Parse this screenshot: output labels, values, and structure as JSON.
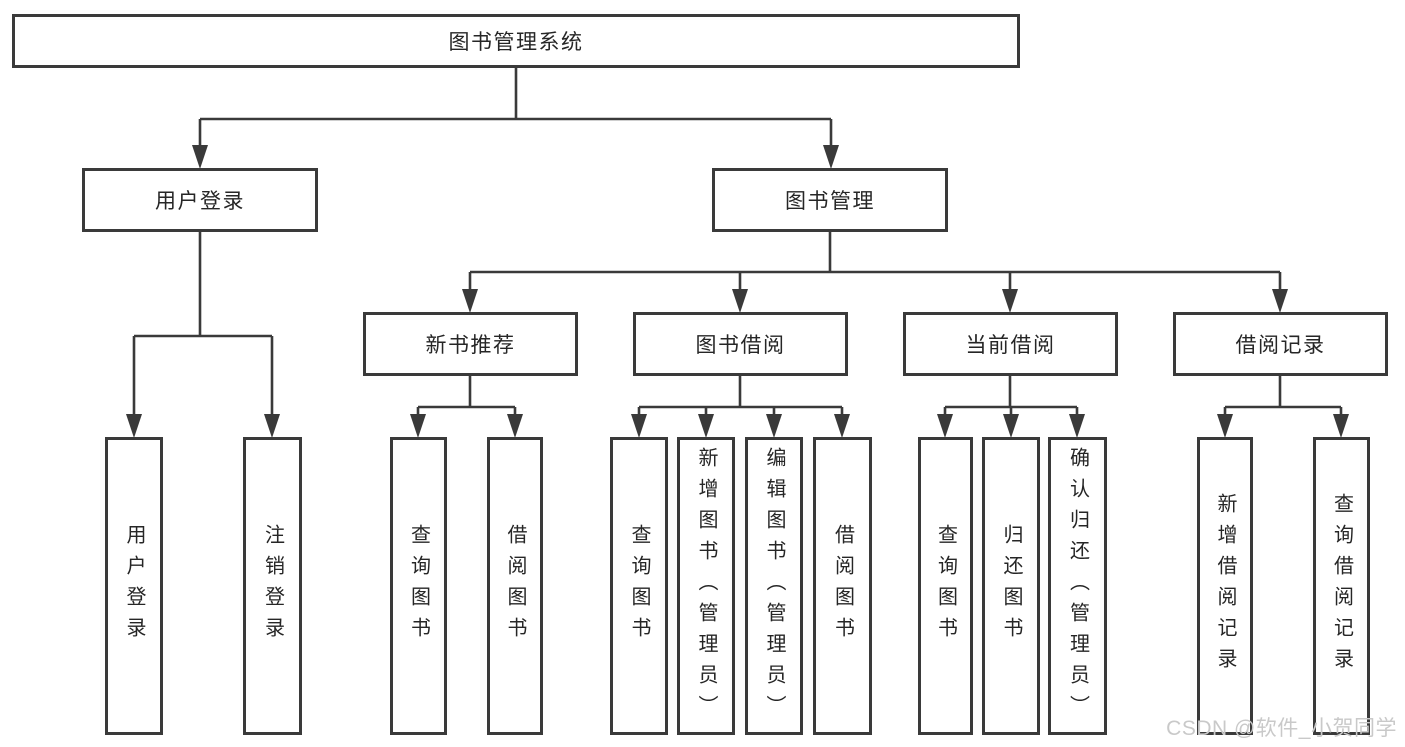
{
  "diagram": {
    "root": "图书管理系统",
    "user_login": {
      "label": "用户登录",
      "children": [
        "用户登录",
        "注销登录"
      ]
    },
    "book_mgmt": {
      "label": "图书管理",
      "sections": [
        {
          "label": "新书推荐",
          "children": [
            "查询图书",
            "借阅图书"
          ]
        },
        {
          "label": "图书借阅",
          "children": [
            "查询图书",
            "新增图书（管理员）",
            "编辑图书（管理员）",
            "借阅图书"
          ]
        },
        {
          "label": "当前借阅",
          "children": [
            "查询图书",
            "归还图书",
            "确认归还（管理员）"
          ]
        },
        {
          "label": "借阅记录",
          "children": [
            "新增借阅记录",
            "查询借阅记录"
          ]
        }
      ]
    }
  },
  "colors": {
    "line": "#3a3a3a",
    "text": "#262626",
    "watermark": "#c9c9c9"
  },
  "watermark": "CSDN @软件_小贺同学"
}
